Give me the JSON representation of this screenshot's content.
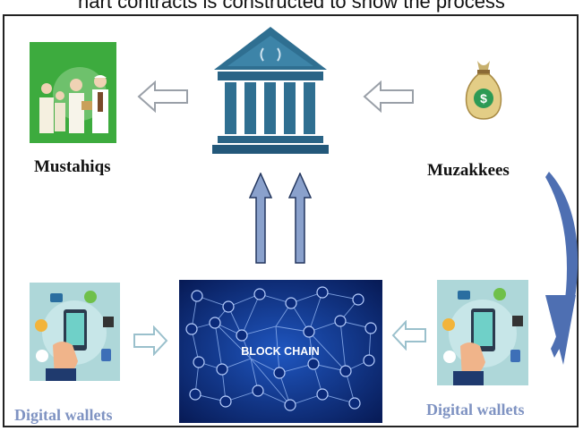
{
  "header": {
    "cut_text": "nart contracts is constructed to show the process"
  },
  "labels": {
    "mustahiqs": "Mustahiqs",
    "muzakkees": "Muzakkees",
    "left_wallets": "Digital wallets",
    "right_wallets": "Digital wallets",
    "blockchain": "BLOCK CHAIN"
  },
  "icons": {
    "bank": "bank-building-icon",
    "money_bag": "money-bag-icon",
    "people": "mustahiqs-people-icon",
    "wallet": "digital-wallet-phone-icon",
    "arrow": "hollow-arrow-icon",
    "up_arrow": "blue-up-arrow-icon",
    "curved_arrow": "curved-blue-arrow-icon",
    "network": "blockchain-network-icon"
  },
  "colors": {
    "arrow_blue": "#8aa1cc",
    "blockchain_bg": "#0b2a7a",
    "bank_blue": "#2f6f91",
    "people_green": "#3dab3e",
    "wallet_teal": "#aed7d9",
    "label_blue": "#7f93c2"
  }
}
